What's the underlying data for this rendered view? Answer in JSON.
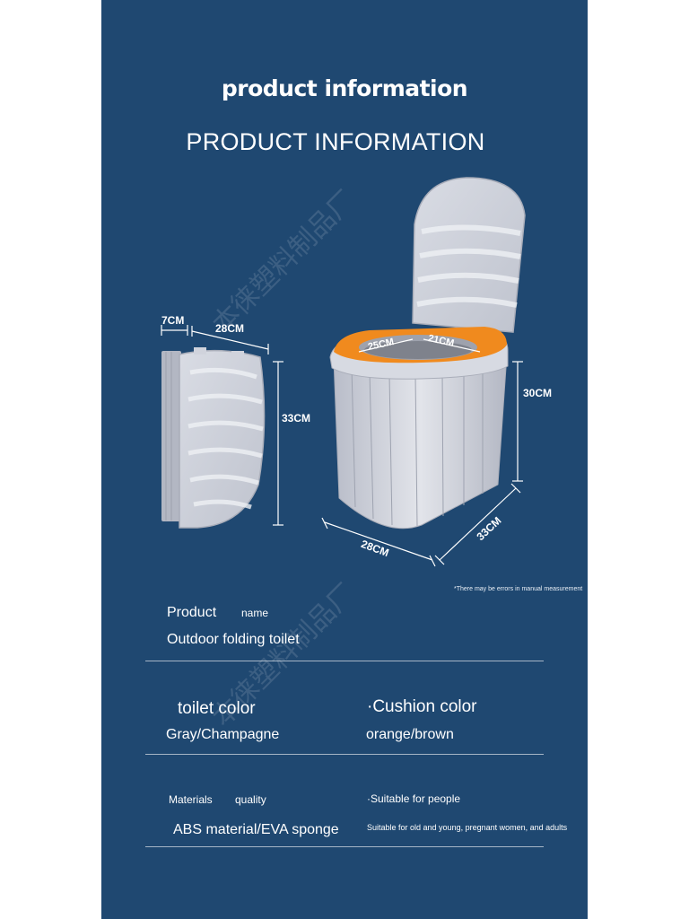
{
  "title": "product information",
  "subtitle": "PRODUCT INFORMATION",
  "watermark": "本徕塑料制品厂",
  "dimensions": {
    "folded_depth": "7CM",
    "folded_width": "28CM",
    "folded_height": "33CM",
    "seat_length": "25CM",
    "seat_width": "21CM",
    "open_height": "30CM",
    "base_width": "28CM",
    "base_depth": "33CM"
  },
  "measurement_note": "*There may be errors in manual measurement",
  "specs": {
    "product_label": "Product",
    "name_label": "name",
    "product_value": "Outdoor folding toilet",
    "toilet_color_label": "toilet color",
    "toilet_color_value": "Gray/Champagne",
    "cushion_color_label": "·Cushion color",
    "cushion_color_value": "orange/brown",
    "materials_label": "Materials",
    "quality_label": "quality",
    "materials_value": "ABS material/EVA sponge",
    "people_label": "·Suitable for people",
    "people_value": "Suitable for old and young, pregnant women, and adults"
  },
  "colors": {
    "background": "#1f4871",
    "product_gray": "#c9ccd6",
    "cushion_orange": "#f08a1e"
  }
}
